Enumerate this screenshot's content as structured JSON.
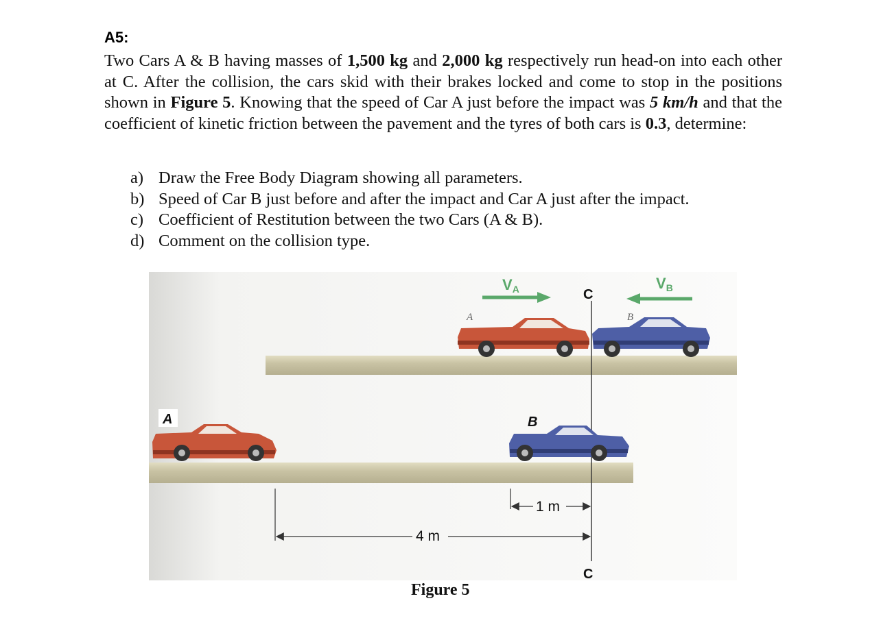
{
  "problem": {
    "label": "A5:",
    "intro": {
      "s1": "Two Cars A & B having masses of ",
      "mass_a": "1,500 kg",
      "s2": " and ",
      "mass_b": "2,000 kg",
      "s3": " respectively run head-on into each other at C. After the collision, the cars skid with their brakes locked and come to stop in the positions shown in ",
      "figure_ref": "Figure 5",
      "s4": ". Knowing that the speed of Car A just before the impact was ",
      "speed_a": "5 km/h",
      "s5": " and that the coefficient of kinetic friction between the pavement and the tyres of both cars is ",
      "mu": "0.3",
      "s6": ", determine:"
    },
    "questions": [
      {
        "marker": "a)",
        "text": "Draw the Free Body Diagram showing all parameters."
      },
      {
        "marker": "b)",
        "text": "Speed of Car B just before and after the impact and Car A just after the impact."
      },
      {
        "marker": "c)",
        "text": "Coefficient of Restitution between the two Cars (A & B)."
      },
      {
        "marker": "d)",
        "text": "Comment on the collision type."
      }
    ]
  },
  "figure": {
    "caption": "Figure 5",
    "velocity_a": {
      "main": "V",
      "sub": "A"
    },
    "velocity_b": {
      "main": "V",
      "sub": "B"
    },
    "point_c_top": "C",
    "point_c_bottom": "C",
    "car_a_top_label": "A",
    "car_b_top_label": "B",
    "car_a_bottom_label": "A",
    "car_b_bottom_label": "B",
    "distance_a": "4 m",
    "distance_b": "1 m",
    "colors": {
      "arrow": "#5aa86a",
      "car_a": "#c8563a",
      "car_b": "#4e5fa6",
      "road": "#c9c3a4"
    }
  }
}
